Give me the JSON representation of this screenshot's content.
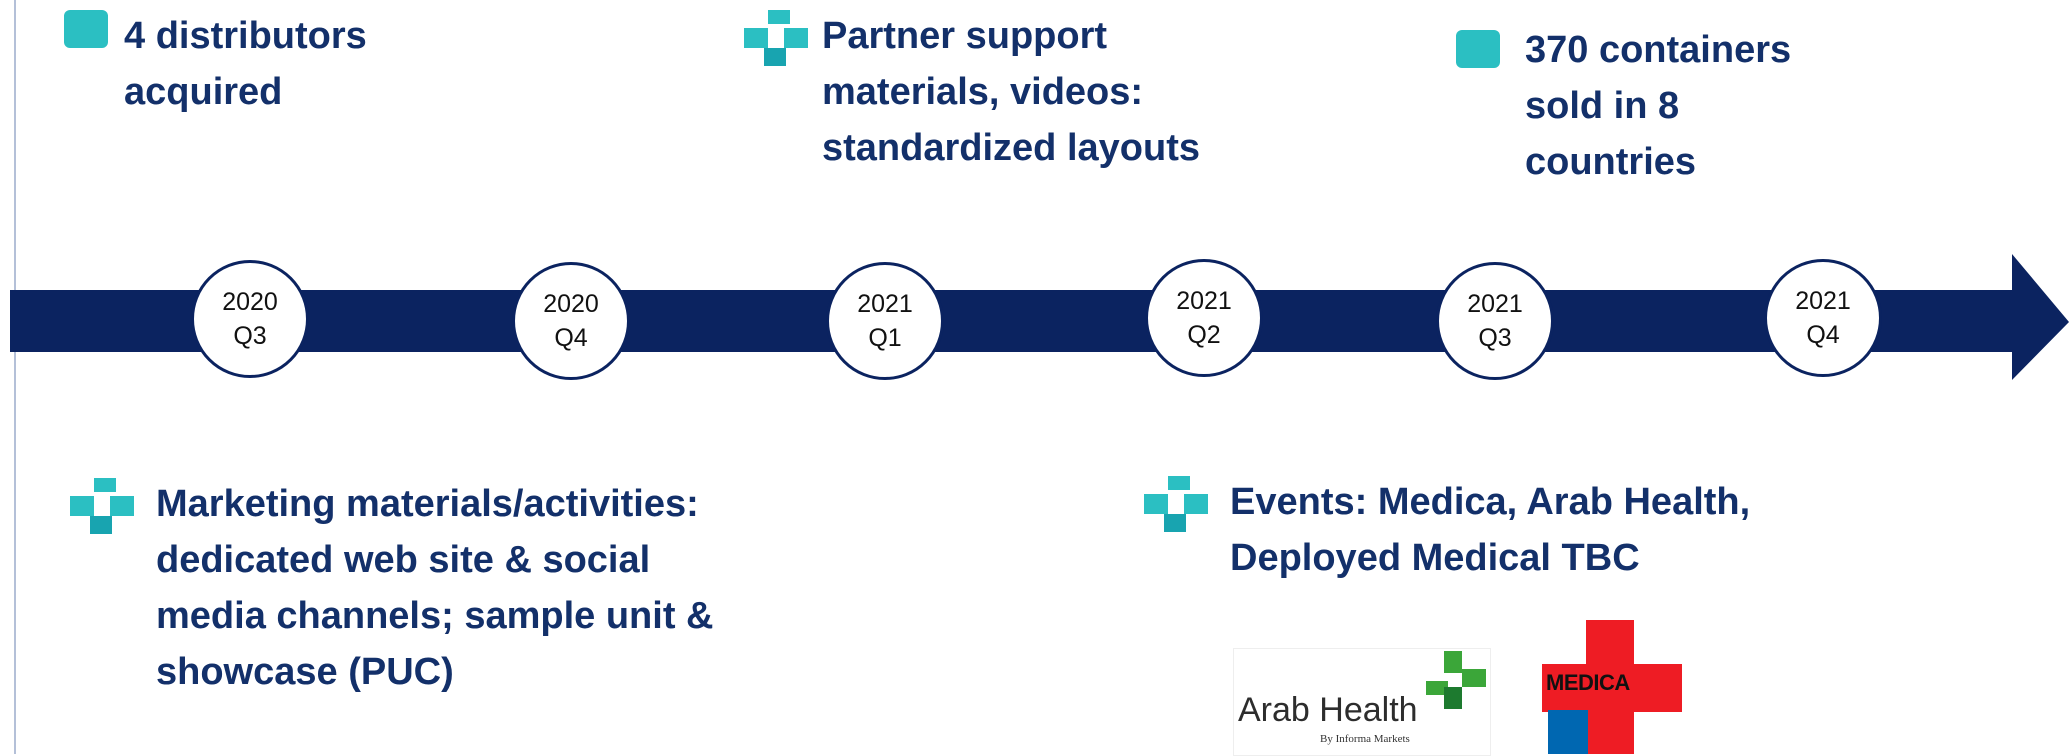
{
  "colors": {
    "arrow": "#0b2360",
    "text": "#13306a",
    "accent": "#2bbfc2",
    "accent_dark": "#18a4b0",
    "medica_red": "#ee1c24",
    "medica_blue": "#0067b1",
    "arab_health_green": "#3ba639"
  },
  "milestones": [
    {
      "year": "2020",
      "quarter": "Q3"
    },
    {
      "year": "2020",
      "quarter": "Q4"
    },
    {
      "year": "2021",
      "quarter": "Q1"
    },
    {
      "year": "2021",
      "quarter": "Q2"
    },
    {
      "year": "2021",
      "quarter": "Q3"
    },
    {
      "year": "2021",
      "quarter": "Q4"
    }
  ],
  "notes_top": [
    {
      "bullet": "square-icon",
      "lines": [
        "4 distributors",
        "acquired"
      ]
    },
    {
      "bullet": "medical-cross-icon",
      "lines": [
        "Partner support",
        "materials, videos:",
        "standardized layouts"
      ]
    },
    {
      "bullet": "square-icon",
      "lines": [
        "370 containers",
        "sold in 8",
        "countries"
      ]
    }
  ],
  "notes_bottom": [
    {
      "bullet": "medical-cross-icon",
      "lines": [
        "Marketing materials/activities:",
        "dedicated web site & social",
        "media channels; sample unit &",
        "showcase (PUC)"
      ]
    },
    {
      "bullet": "medical-cross-icon",
      "lines": [
        "Events: Medica, Arab Health,",
        "Deployed Medical TBC"
      ]
    }
  ],
  "logos": {
    "arab_health": {
      "name": "Arab Health",
      "byline": "By Informa Markets"
    },
    "medica": {
      "name": "MEDICA"
    }
  }
}
